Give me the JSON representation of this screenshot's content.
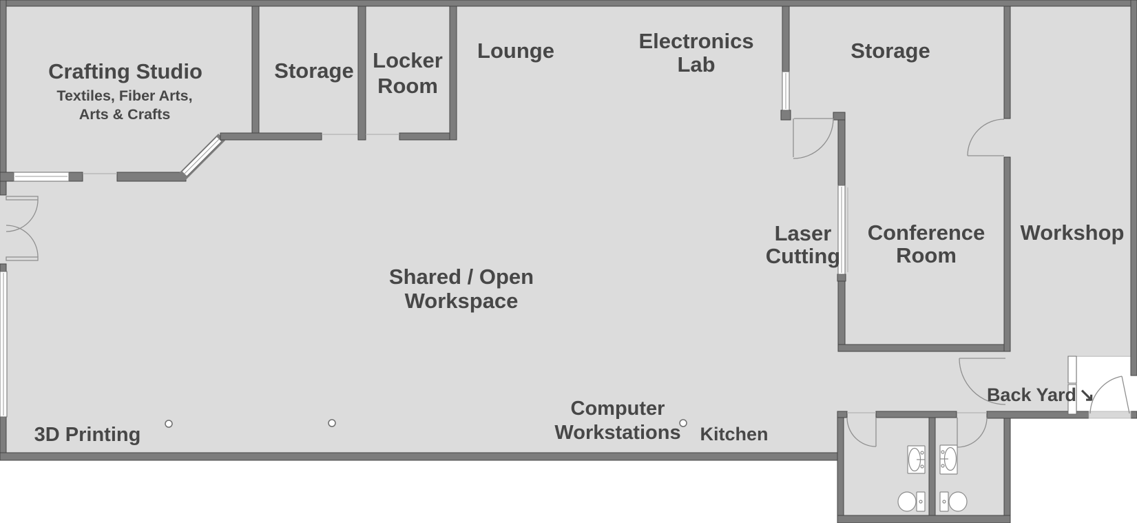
{
  "floorplan": {
    "rooms": {
      "crafting_studio": {
        "name": "Crafting Studio",
        "subtitle_line1": "Textiles, Fiber Arts,",
        "subtitle_line2": "Arts & Crafts"
      },
      "storage_left": {
        "name": "Storage"
      },
      "locker_room": {
        "line1": "Locker",
        "line2": "Room"
      },
      "lounge": {
        "name": "Lounge"
      },
      "electronics_lab": {
        "line1": "Electronics",
        "line2": "Lab"
      },
      "storage_right": {
        "name": "Storage"
      },
      "laser_cutting": {
        "line1": "Laser",
        "line2": "Cutting"
      },
      "conference_room": {
        "line1": "Conference",
        "line2": "Room"
      },
      "workshop": {
        "name": "Workshop"
      },
      "shared_workspace": {
        "line1": "Shared / Open",
        "line2": "Workspace"
      },
      "printing_3d": {
        "name": "3D Printing"
      },
      "computer_workstations": {
        "line1": "Computer",
        "line2": "Workstations"
      },
      "kitchen": {
        "name": "Kitchen"
      },
      "back_yard": {
        "name": "Back Yard",
        "arrow_icon": "↘"
      }
    },
    "colors": {
      "floor": "#dcdcdc",
      "wall": "#7d7d7d",
      "wall_edge": "#454545",
      "outside": "#ffffff",
      "label_text": "#474747",
      "door_line": "#8f8f8f",
      "threshold": "#d8d8d8"
    }
  }
}
